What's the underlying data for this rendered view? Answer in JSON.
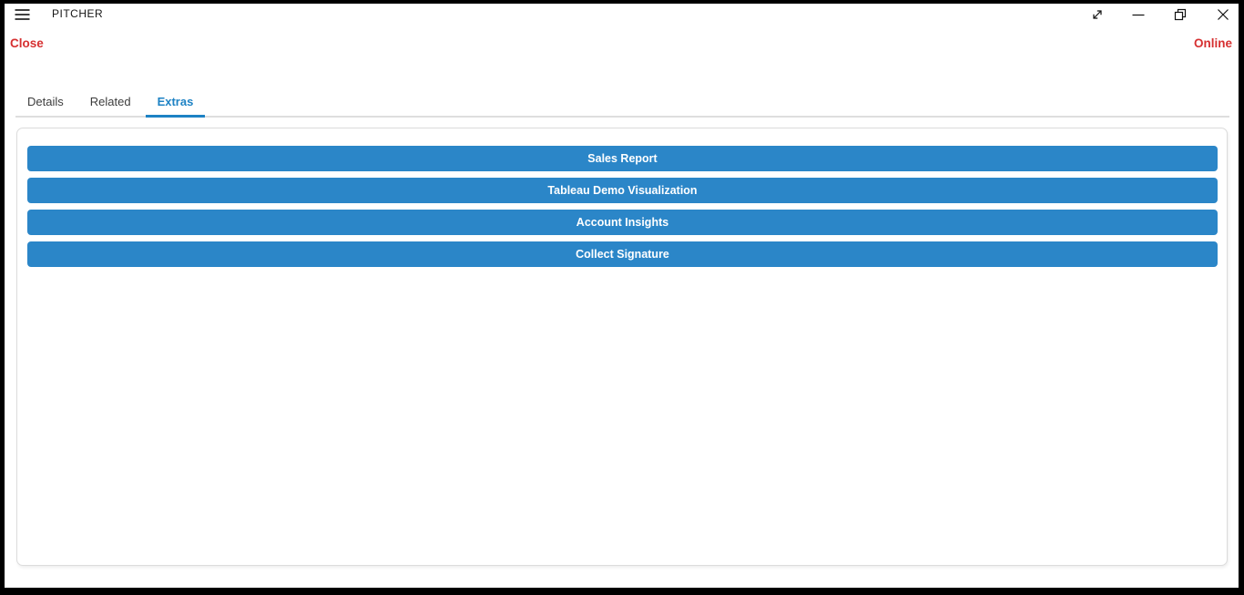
{
  "titlebar": {
    "title": "PITCHER",
    "menu_icon": "hamburger-icon",
    "controls": [
      {
        "name": "expand-icon"
      },
      {
        "name": "minimize-icon"
      },
      {
        "name": "restore-icon"
      },
      {
        "name": "close-icon"
      }
    ]
  },
  "statusbar": {
    "close_label": "Close",
    "online_label": "Online"
  },
  "tabs": [
    {
      "label": "Details",
      "active": false
    },
    {
      "label": "Related",
      "active": false
    },
    {
      "label": "Extras",
      "active": true
    }
  ],
  "content": {
    "buttons": [
      "Sales Report",
      "Tableau Demo Visualization",
      "Account Insights",
      "Collect Signature"
    ]
  },
  "colors": {
    "button_blue": "#2b86c8",
    "tab_active_blue": "#1d82c4",
    "status_red": "#d63031",
    "frame_black": "#000000"
  }
}
